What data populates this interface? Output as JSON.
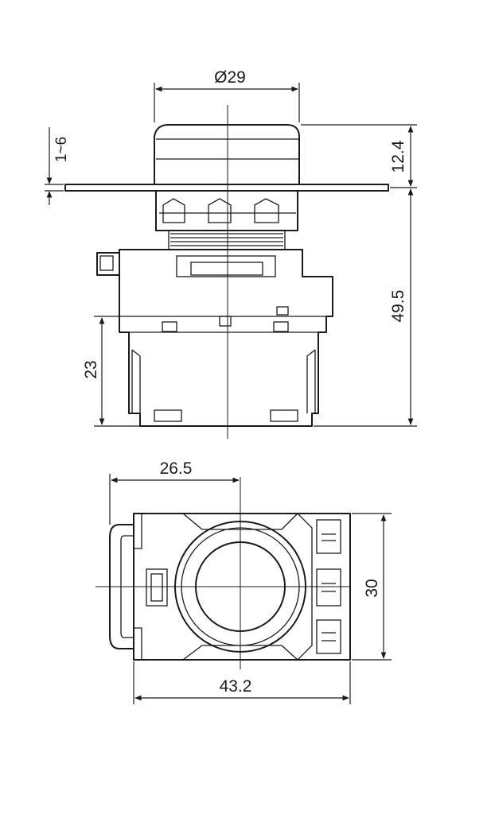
{
  "dimensions": {
    "diameter": "Ø29",
    "panel_thickness": "1~6",
    "head_height": "12.4",
    "total_height": "49.5",
    "block_height": "23",
    "front_width": "26.5",
    "overall_width": "43.2",
    "overall_depth": "30"
  },
  "colors": {
    "line": "#1a1a1a",
    "background": "#ffffff"
  }
}
